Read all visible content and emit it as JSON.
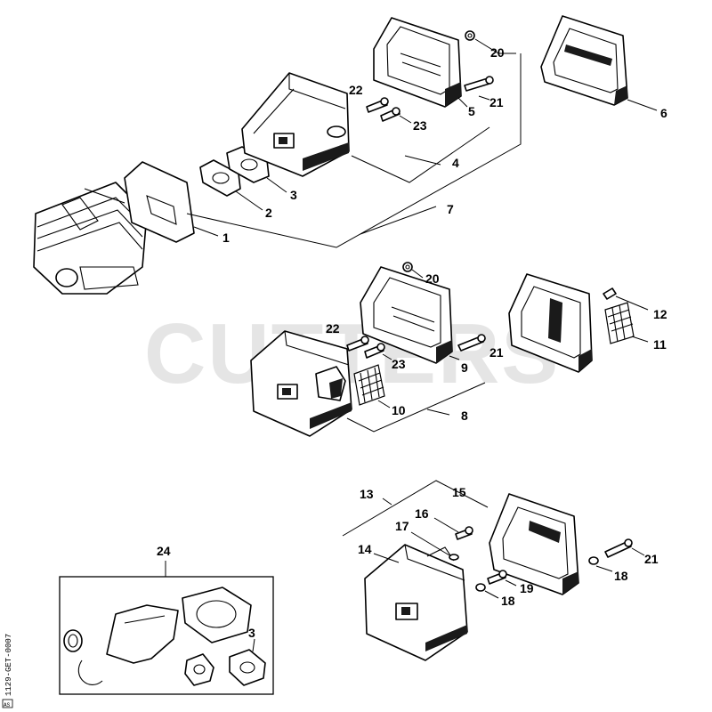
{
  "watermark": "CUTTERS",
  "doc_ref": "1129-GET-0007",
  "doc_ref_box": "AS",
  "callouts": {
    "c1": "1",
    "c2": "2",
    "c3": "3",
    "c4": "4",
    "c5": "5",
    "c6": "6",
    "c7": "7",
    "c8": "8",
    "c9": "9",
    "c10": "10",
    "c11": "11",
    "c12": "12",
    "c13": "13",
    "c14": "14",
    "c15": "15",
    "c16": "16",
    "c17": "17",
    "c18a": "18",
    "c18b": "18",
    "c19": "19",
    "c20a": "20",
    "c20b": "20",
    "c21a": "21",
    "c21b": "21",
    "c21c": "21",
    "c22a": "22",
    "c22b": "22",
    "c23a": "23",
    "c23b": "23",
    "c24": "24",
    "c3b": "3"
  }
}
